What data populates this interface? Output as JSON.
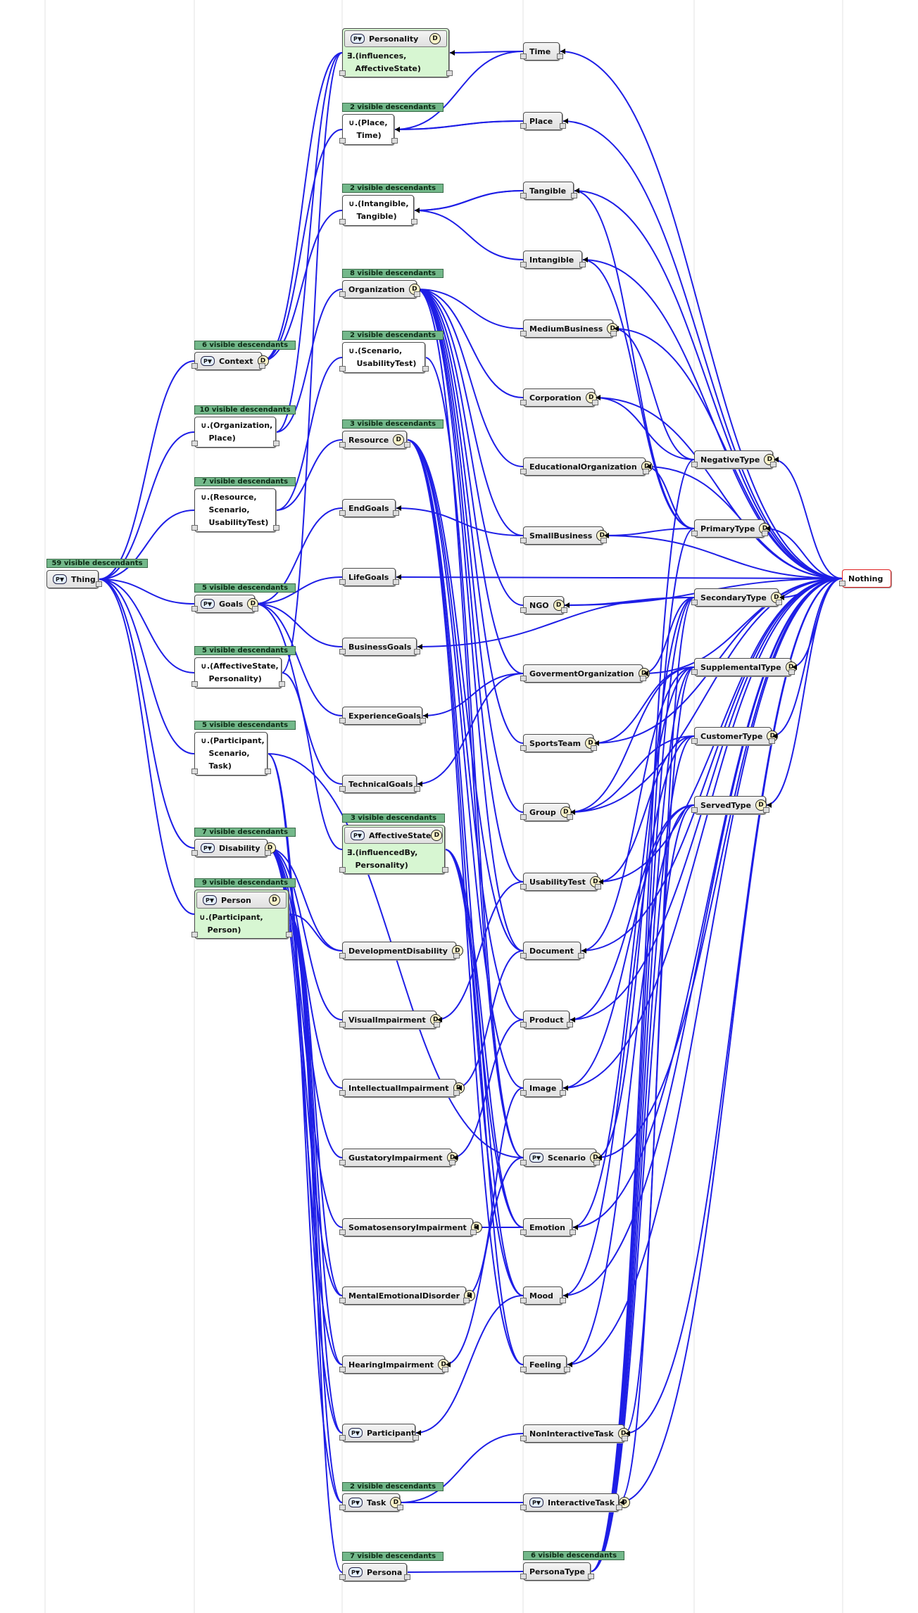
{
  "diagram": {
    "columns": {
      "col0": [
        {
          "id": "Thing",
          "label": "Thing",
          "type": "pv",
          "tag": "59 visible descendants"
        }
      ],
      "col1": [
        {
          "id": "Context",
          "label": "Context",
          "type": "pvd",
          "tag": "6 visible descendants"
        },
        {
          "id": "UOrgPlace",
          "label": "∪.(Organization,\n   Place)",
          "type": "union",
          "tag": "10 visible descendants"
        },
        {
          "id": "UResScenUsab",
          "label": "∪.(Resource,\n   Scenario,\n   UsabilityTest)",
          "type": "union",
          "tag": "7 visible descendants"
        },
        {
          "id": "Goals",
          "label": "Goals",
          "type": "pvd",
          "tag": "5 visible descendants"
        },
        {
          "id": "UAffPers",
          "label": "∪.(AffectiveState,\n   Personality)",
          "type": "union",
          "tag": "5 visible descendants"
        },
        {
          "id": "UPartScenTask",
          "label": "∪.(Participant,\n   Scenario,\n   Task)",
          "type": "union",
          "tag": "5 visible descendants"
        },
        {
          "id": "Disability",
          "label": "Disability",
          "type": "pvd",
          "tag": "7 visible descendants"
        },
        {
          "id": "Person",
          "label": "Person",
          "type": "green",
          "body": "∪.(Participant,\n   Person)",
          "tag": "9 visible descendants"
        }
      ],
      "col2": [
        {
          "id": "Personality",
          "label": "Personality",
          "type": "green",
          "body": "∃.(influences,\n   AffectiveState)"
        },
        {
          "id": "UPlaceTime",
          "label": "∪.(Place,\n   Time)",
          "type": "union",
          "tag": "2 visible descendants"
        },
        {
          "id": "UIntTang",
          "label": "∪.(Intangible,\n   Tangible)",
          "type": "union",
          "tag": "2 visible descendants"
        },
        {
          "id": "Organization",
          "label": "Organization",
          "type": "d",
          "tag": "8 visible descendants"
        },
        {
          "id": "UScenUsab",
          "label": "∪.(Scenario,\n   UsabilityTest)",
          "type": "union",
          "tag": "2 visible descendants"
        },
        {
          "id": "Resource",
          "label": "Resource",
          "type": "d",
          "tag": "3 visible descendants"
        },
        {
          "id": "EndGoals",
          "label": "EndGoals",
          "type": "plain"
        },
        {
          "id": "LifeGoals",
          "label": "LifeGoals",
          "type": "plain"
        },
        {
          "id": "BusinessGoals",
          "label": "BusinessGoals",
          "type": "plain"
        },
        {
          "id": "ExperienceGoals",
          "label": "ExperienceGoals",
          "type": "plain"
        },
        {
          "id": "TechnicalGoals",
          "label": "TechnicalGoals",
          "type": "plain"
        },
        {
          "id": "AffectiveState",
          "label": "AffectiveState",
          "type": "green",
          "body": "∃.(influencedBy,\n   Personality)",
          "tag": "3 visible descendants"
        },
        {
          "id": "DevelopmentDisability",
          "label": "DevelopmentDisability",
          "type": "d"
        },
        {
          "id": "VisualImpairment",
          "label": "VisualImpairment",
          "type": "d"
        },
        {
          "id": "IntellectualImpairment",
          "label": "IntellectualImpairment",
          "type": "d"
        },
        {
          "id": "GustatoryImpairment",
          "label": "GustatoryImpairment",
          "type": "d"
        },
        {
          "id": "SomatosensoryImpairment",
          "label": "SomatosensoryImpairment",
          "type": "d"
        },
        {
          "id": "MentalEmotionalDisorder",
          "label": "MentalEmotionalDisorder",
          "type": "d"
        },
        {
          "id": "HearingImpairment",
          "label": "HearingImpairment",
          "type": "d"
        },
        {
          "id": "Participant",
          "label": "Participant",
          "type": "pv"
        },
        {
          "id": "Task",
          "label": "Task",
          "type": "pvd",
          "tag": "2 visible descendants"
        },
        {
          "id": "Persona",
          "label": "Persona",
          "type": "pv",
          "tag": "7 visible descendants"
        }
      ],
      "col3": [
        {
          "id": "Time",
          "label": "Time",
          "type": "plain"
        },
        {
          "id": "Place",
          "label": "Place",
          "type": "plain"
        },
        {
          "id": "Tangible",
          "label": "Tangible",
          "type": "plain"
        },
        {
          "id": "Intangible",
          "label": "Intangible",
          "type": "plain"
        },
        {
          "id": "MediumBusiness",
          "label": "MediumBusiness",
          "type": "d"
        },
        {
          "id": "Corporation",
          "label": "Corporation",
          "type": "d"
        },
        {
          "id": "EducationalOrganization",
          "label": "EducationalOrganization",
          "type": "d"
        },
        {
          "id": "SmallBusiness",
          "label": "SmallBusiness",
          "type": "d"
        },
        {
          "id": "NGO",
          "label": "NGO",
          "type": "d"
        },
        {
          "id": "GovermentOrganization",
          "label": "GovermentOrganization",
          "type": "d"
        },
        {
          "id": "SportsTeam",
          "label": "SportsTeam",
          "type": "d"
        },
        {
          "id": "Group",
          "label": "Group",
          "type": "d"
        },
        {
          "id": "UsabilityTest",
          "label": "UsabilityTest",
          "type": "d"
        },
        {
          "id": "Document",
          "label": "Document",
          "type": "plain"
        },
        {
          "id": "Product",
          "label": "Product",
          "type": "plain"
        },
        {
          "id": "Image",
          "label": "Image",
          "type": "plain"
        },
        {
          "id": "Scenario",
          "label": "Scenario",
          "type": "pvd"
        },
        {
          "id": "Emotion",
          "label": "Emotion",
          "type": "plain"
        },
        {
          "id": "Mood",
          "label": "Mood",
          "type": "plain"
        },
        {
          "id": "Feeling",
          "label": "Feeling",
          "type": "plain"
        },
        {
          "id": "NonInteractiveTask",
          "label": "NonInteractiveTask",
          "type": "d"
        },
        {
          "id": "InteractiveTask",
          "label": "InteractiveTask",
          "type": "pvd"
        },
        {
          "id": "PersonaType",
          "label": "PersonaType",
          "type": "plain",
          "tag": "6 visible descendants"
        }
      ],
      "col4": [
        {
          "id": "NegativeType",
          "label": "NegativeType",
          "type": "d"
        },
        {
          "id": "PrimaryType",
          "label": "PrimaryType",
          "type": "d"
        },
        {
          "id": "SecondaryType",
          "label": "SecondaryType",
          "type": "d"
        },
        {
          "id": "SupplementalType",
          "label": "SupplementalType",
          "type": "d"
        },
        {
          "id": "CustomerType",
          "label": "CustomerType",
          "type": "d"
        },
        {
          "id": "ServedType",
          "label": "ServedType",
          "type": "d"
        }
      ],
      "col5": [
        {
          "id": "Nothing",
          "label": "Nothing",
          "type": "red"
        }
      ]
    },
    "edges": [
      [
        "Thing",
        "Context"
      ],
      [
        "Thing",
        "UOrgPlace"
      ],
      [
        "Thing",
        "UResScenUsab"
      ],
      [
        "Thing",
        "Goals"
      ],
      [
        "Thing",
        "UAffPers"
      ],
      [
        "Thing",
        "UPartScenTask"
      ],
      [
        "Thing",
        "Disability"
      ],
      [
        "Thing",
        "Person"
      ],
      [
        "Context",
        "Personality"
      ],
      [
        "Context",
        "UPlaceTime"
      ],
      [
        "Context",
        "UIntTang"
      ],
      [
        "UOrgPlace",
        "Organization"
      ],
      [
        "UOrgPlace",
        "Personality"
      ],
      [
        "UResScenUsab",
        "UScenUsab"
      ],
      [
        "UResScenUsab",
        "Resource"
      ],
      [
        "Goals",
        "EndGoals"
      ],
      [
        "Goals",
        "LifeGoals"
      ],
      [
        "Goals",
        "BusinessGoals"
      ],
      [
        "Goals",
        "ExperienceGoals"
      ],
      [
        "Goals",
        "TechnicalGoals"
      ],
      [
        "UAffPers",
        "AffectiveState"
      ],
      [
        "UAffPers",
        "Personality"
      ],
      [
        "UPartScenTask",
        "Participant"
      ],
      [
        "UPartScenTask",
        "Task"
      ],
      [
        "UPartScenTask",
        "Scenario"
      ],
      [
        "Disability",
        "DevelopmentDisability"
      ],
      [
        "Disability",
        "VisualImpairment"
      ],
      [
        "Disability",
        "IntellectualImpairment"
      ],
      [
        "Disability",
        "GustatoryImpairment"
      ],
      [
        "Disability",
        "SomatosensoryImpairment"
      ],
      [
        "Disability",
        "MentalEmotionalDisorder"
      ],
      [
        "Disability",
        "HearingImpairment"
      ],
      [
        "Person",
        "Participant"
      ],
      [
        "Person",
        "Persona"
      ],
      [
        "Person",
        "Task"
      ],
      [
        "Person",
        "DevelopmentDisability"
      ],
      [
        "Person",
        "HearingImpairment"
      ],
      [
        "Person",
        "MentalEmotionalDisorder"
      ],
      [
        "UPlaceTime",
        "Place"
      ],
      [
        "UPlaceTime",
        "Time"
      ],
      [
        "UIntTang",
        "Tangible"
      ],
      [
        "UIntTang",
        "Intangible"
      ],
      [
        "Organization",
        "MediumBusiness"
      ],
      [
        "Organization",
        "Corporation"
      ],
      [
        "Organization",
        "EducationalOrganization"
      ],
      [
        "Organization",
        "SmallBusiness"
      ],
      [
        "Organization",
        "NGO"
      ],
      [
        "Organization",
        "GovermentOrganization"
      ],
      [
        "Organization",
        "SportsTeam"
      ],
      [
        "Organization",
        "Group"
      ],
      [
        "Organization",
        "Document"
      ],
      [
        "Organization",
        "Scenario"
      ],
      [
        "Organization",
        "UsabilityTest"
      ],
      [
        "UScenUsab",
        "Scenario"
      ],
      [
        "Resource",
        "Document"
      ],
      [
        "Resource",
        "Product"
      ],
      [
        "Resource",
        "Image"
      ],
      [
        "Resource",
        "Feeling"
      ],
      [
        "Resource",
        "Mood"
      ],
      [
        "Resource",
        "Emotion"
      ],
      [
        "AffectiveState",
        "Emotion"
      ],
      [
        "AffectiveState",
        "Mood"
      ],
      [
        "AffectiveState",
        "Feeling"
      ],
      [
        "Task",
        "NonInteractiveTask"
      ],
      [
        "Task",
        "InteractiveTask"
      ],
      [
        "Persona",
        "PersonaType"
      ],
      [
        "Time",
        "Personality"
      ],
      [
        "Place",
        "UPlaceTime"
      ],
      [
        "Tangible",
        "UIntTang"
      ],
      [
        "SmallBusiness",
        "EndGoals"
      ],
      [
        "GovermentOrganization",
        "ExperienceGoals"
      ],
      [
        "GovermentOrganization",
        "TechnicalGoals"
      ],
      [
        "UsabilityTest",
        "VisualImpairment"
      ],
      [
        "Document",
        "IntellectualImpairment"
      ],
      [
        "Product",
        "GustatoryImpairment"
      ],
      [
        "Scenario",
        "HearingImpairment"
      ],
      [
        "Emotion",
        "SomatosensoryImpairment"
      ],
      [
        "Image",
        "MentalEmotionalDisorder"
      ],
      [
        "Mood",
        "Participant"
      ],
      [
        "PersonaType",
        "NegativeType"
      ],
      [
        "PersonaType",
        "PrimaryType"
      ],
      [
        "PersonaType",
        "SecondaryType"
      ],
      [
        "PersonaType",
        "SupplementalType"
      ],
      [
        "PersonaType",
        "CustomerType"
      ],
      [
        "PersonaType",
        "ServedType"
      ],
      [
        "NegativeType",
        "MediumBusiness"
      ],
      [
        "NegativeType",
        "Corporation"
      ],
      [
        "PrimaryType",
        "Tangible"
      ],
      [
        "PrimaryType",
        "Intangible"
      ],
      [
        "PrimaryType",
        "EducationalOrganization"
      ],
      [
        "SecondaryType",
        "NGO"
      ],
      [
        "SecondaryType",
        "BusinessGoals"
      ],
      [
        "SupplementalType",
        "SportsTeam"
      ],
      [
        "SupplementalType",
        "Group"
      ],
      [
        "CustomerType",
        "UsabilityTest"
      ],
      [
        "ServedType",
        "Product"
      ],
      [
        "ServedType",
        "Image"
      ],
      [
        "SecondaryType",
        "Scenario"
      ],
      [
        "SupplementalType",
        "Emotion"
      ],
      [
        "CustomerType",
        "Mood"
      ],
      [
        "ServedType",
        "Feeling"
      ],
      [
        "SecondaryType",
        "NonInteractiveTask"
      ],
      [
        "SupplementalType",
        "InteractiveTask"
      ],
      [
        "CustomerType",
        "Group"
      ],
      [
        "PrimaryType",
        "SmallBusiness"
      ],
      [
        "SecondaryType",
        "GovermentOrganization"
      ],
      [
        "SupplementalType",
        "Document"
      ],
      [
        "Nothing",
        "Time"
      ],
      [
        "Nothing",
        "Place"
      ],
      [
        "Nothing",
        "Tangible"
      ],
      [
        "Nothing",
        "Intangible"
      ],
      [
        "Nothing",
        "MediumBusiness"
      ],
      [
        "Nothing",
        "Corporation"
      ],
      [
        "Nothing",
        "EducationalOrganization"
      ],
      [
        "Nothing",
        "SmallBusiness"
      ],
      [
        "Nothing",
        "NGO"
      ],
      [
        "Nothing",
        "LifeGoals"
      ],
      [
        "Nothing",
        "NegativeType"
      ],
      [
        "Nothing",
        "PrimaryType"
      ],
      [
        "Nothing",
        "SecondaryType"
      ],
      [
        "Nothing",
        "SupplementalType"
      ],
      [
        "Nothing",
        "CustomerType"
      ],
      [
        "Nothing",
        "ServedType"
      ],
      [
        "Nothing",
        "SportsTeam"
      ],
      [
        "Nothing",
        "Group"
      ],
      [
        "Nothing",
        "UsabilityTest"
      ],
      [
        "Nothing",
        "Document"
      ],
      [
        "Nothing",
        "Product"
      ],
      [
        "Nothing",
        "Image"
      ],
      [
        "Nothing",
        "Scenario"
      ],
      [
        "Nothing",
        "Emotion"
      ],
      [
        "Nothing",
        "Mood"
      ],
      [
        "Nothing",
        "Feeling"
      ],
      [
        "Nothing",
        "NonInteractiveTask"
      ],
      [
        "Nothing",
        "InteractiveTask"
      ],
      [
        "Nothing",
        "GovermentOrganization"
      ]
    ]
  },
  "badge_letter": "D",
  "pv_glyph": "P▼"
}
